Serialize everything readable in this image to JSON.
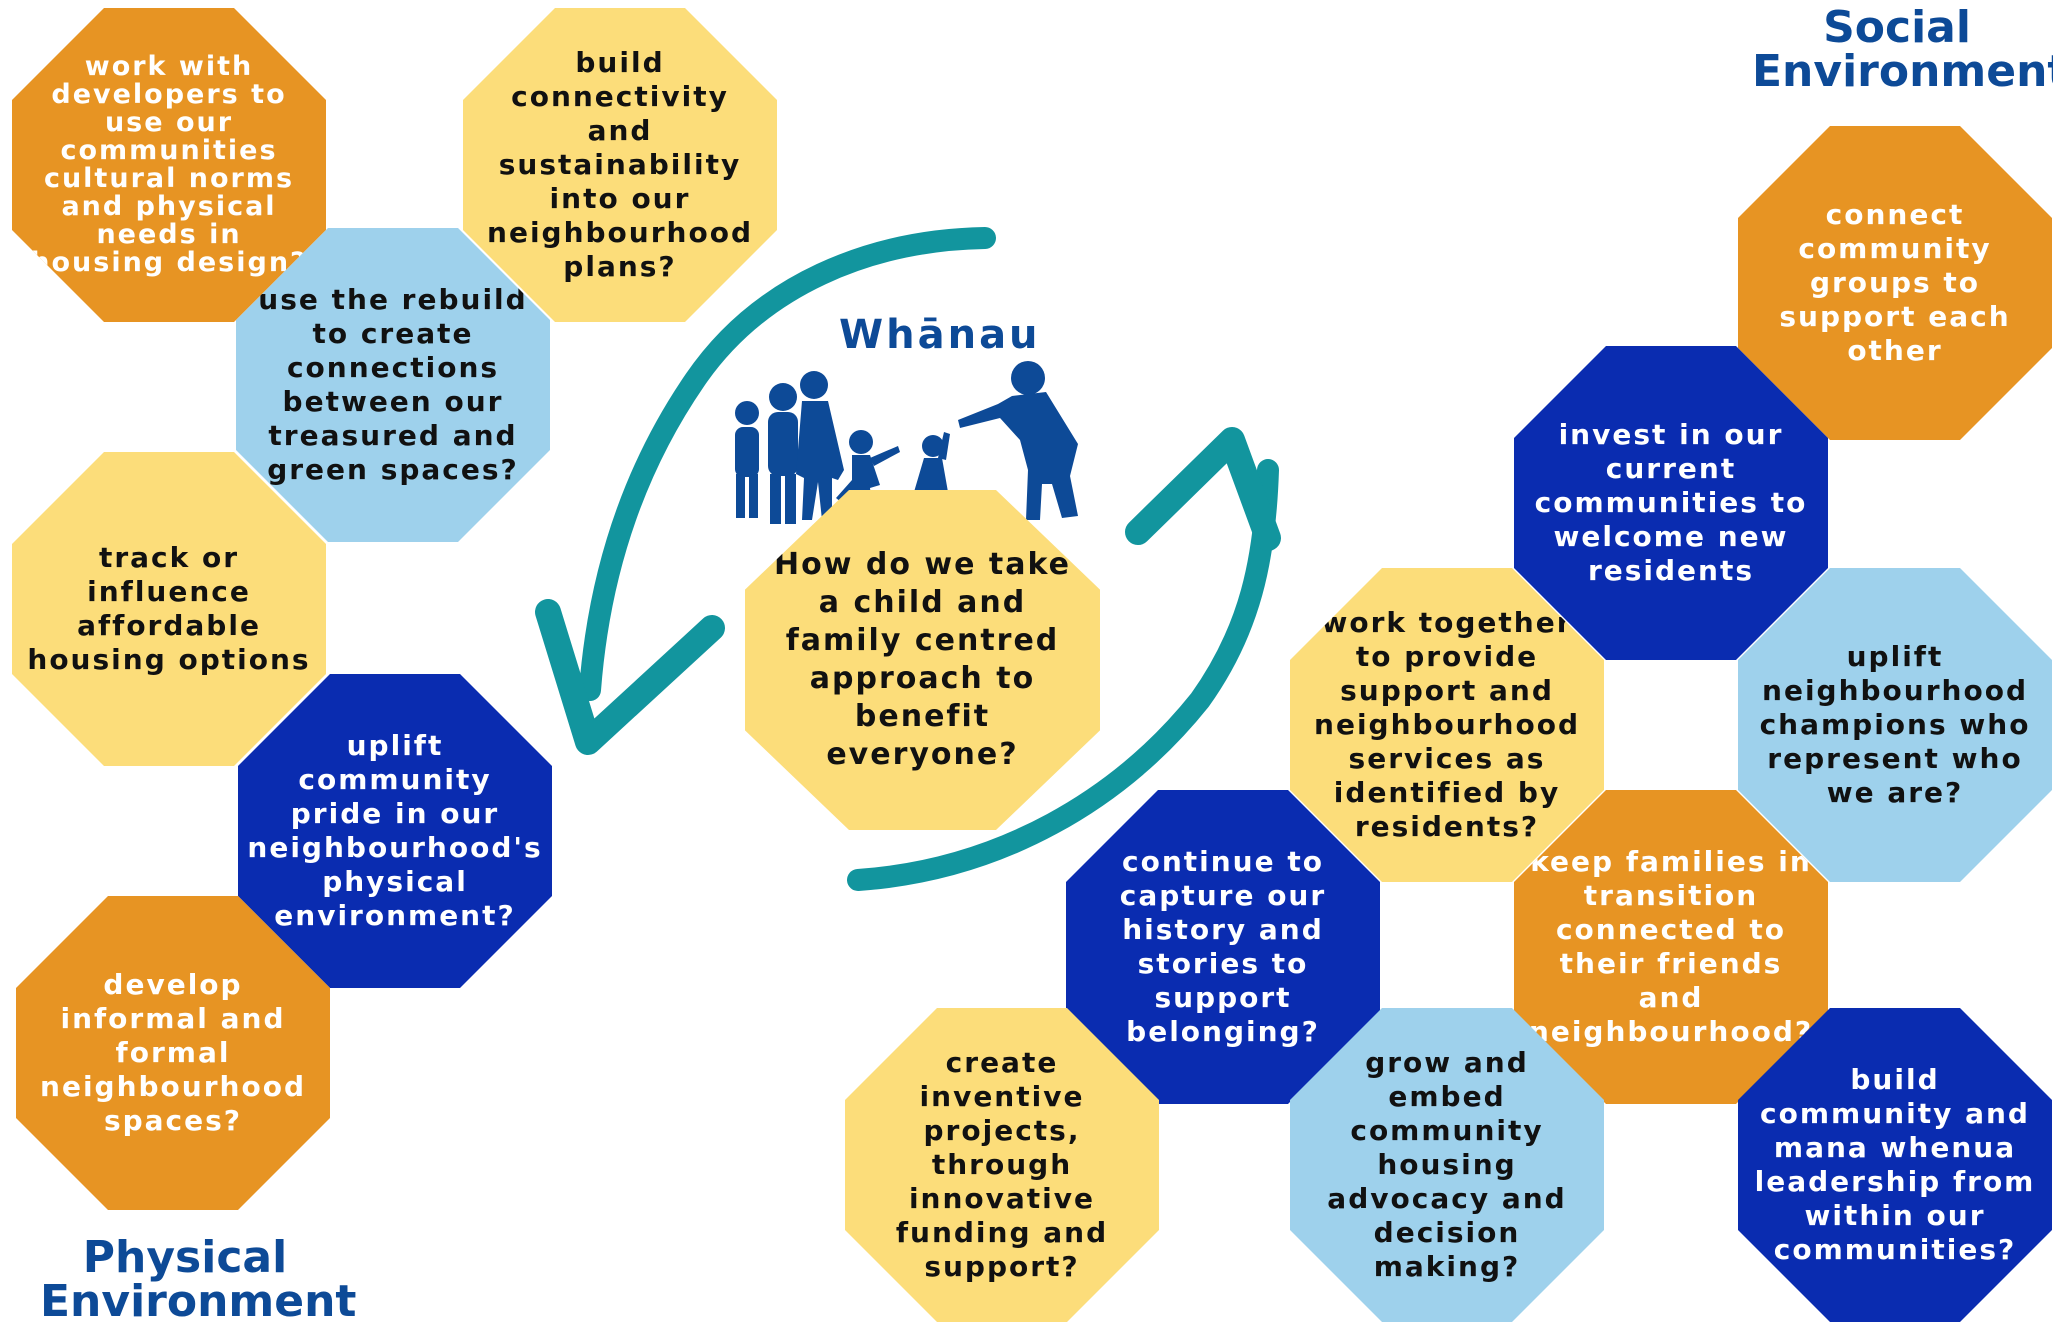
{
  "sections": {
    "physical": "Physical\nEnvironment",
    "social": "Social\nEnvironment"
  },
  "center": {
    "label": "Whānau",
    "question": "How do we take a child and family centred approach to benefit everyone?"
  },
  "physical_items": [
    {
      "text": "work with developers to use our communities cultural norms and physical needs in housing design?",
      "color": "#e79423"
    },
    {
      "text": "build connectivity and sustainability into our neighbourhood plans?",
      "color": "#fcdd7a"
    },
    {
      "text": "use the rebuild to create connections between our treasured and green spaces?",
      "color": "#9ed1ec"
    },
    {
      "text": "track or influence affordable housing options",
      "color": "#fcdd7a"
    },
    {
      "text": "uplift community pride in our neighbourhood's physical environment?",
      "color": "#0a2cb0"
    },
    {
      "text": "develop informal and formal neighbourhood spaces?",
      "color": "#e79423"
    }
  ],
  "social_items": [
    {
      "text": "connect community groups to support each other",
      "color": "#e79423"
    },
    {
      "text": "invest in our current communities to welcome new residents",
      "color": "#0a2cb0"
    },
    {
      "text": "work together to provide support and neighbourhood services as identified by residents?",
      "color": "#fcdd7a"
    },
    {
      "text": "uplift neighbourhood champions who represent who we are?",
      "color": "#9ed1ec"
    },
    {
      "text": "continue to capture our history and stories to support belonging?",
      "color": "#0a2cb0"
    },
    {
      "text": "keep families in transition connected to their friends and neighbourhood?",
      "color": "#e79423"
    },
    {
      "text": "grow and embed community housing advocacy and decision making?",
      "color": "#9ed1ec"
    },
    {
      "text": "build community and mana whenua leadership from within our communities?",
      "color": "#0a2cb0"
    },
    {
      "text": "create inventive projects, through innovative funding and support?",
      "color": "#fcdd7a"
    }
  ],
  "icons": {
    "family": "family-silhouette-icon",
    "cycle_arrows": "circular-arrows-icon"
  },
  "colors": {
    "arrow": "#12959e",
    "title_blue": "#0d4a97",
    "figure_blue": "#0d4a97"
  }
}
